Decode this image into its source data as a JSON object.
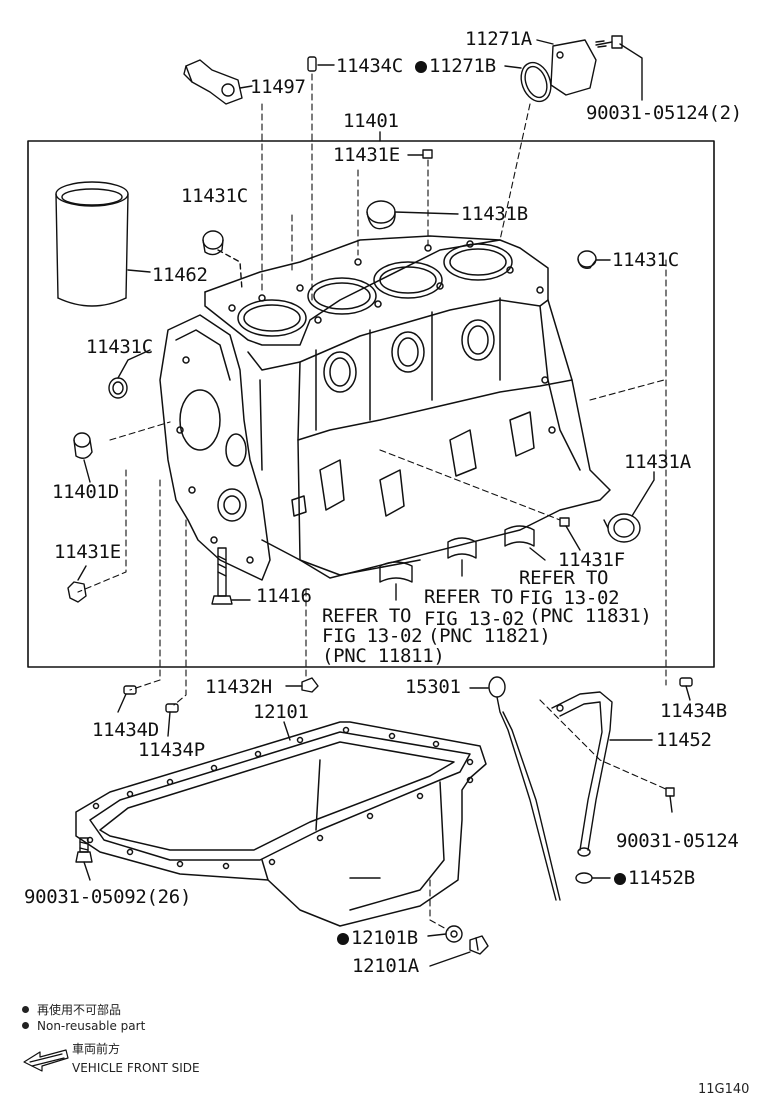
{
  "parts": {
    "p11271A": "11271A",
    "p11271B": "11271B",
    "p90031_05124_2": "90031-05124(2)",
    "p11434C": "11434C",
    "p11497": "11497",
    "p11401": "11401",
    "p11431E_top": "11431E",
    "p11431C_a": "11431C",
    "p11431B": "11431B",
    "p11462": "11462",
    "p11431C_b": "11431C",
    "p11431C_c": "11431C",
    "p11401D": "11401D",
    "p11431A": "11431A",
    "p11431E_b": "11431E",
    "p11431F": "11431F",
    "p11416": "11416",
    "p11432H": "11432H",
    "p15301": "15301",
    "p11434B": "11434B",
    "p11434D": "11434D",
    "p12101": "12101",
    "p11434P": "11434P",
    "p11452": "11452",
    "p90031_05124": "90031-05124",
    "p11452B": "11452B",
    "p90031_05092_26": "90031-05092(26)",
    "p12101B": "12101B",
    "p12101A": "12101A"
  },
  "refers": {
    "r11811": {
      "line1": "REFER TO",
      "line2": "FIG 13-02",
      "line3": "(PNC 11811)"
    },
    "r11821": {
      "line1": "REFER TO",
      "line2": "FIG 13-02",
      "line3": "(PNC 11821)"
    },
    "r11831": {
      "line1": "REFER TO",
      "line2": "FIG 13-02",
      "line3": "(PNC 11831)"
    }
  },
  "legend": {
    "nonreusable_jp": "再使用不可部品",
    "nonreusable_en": "Non-reusable part",
    "front_jp": "車両前方",
    "front_en": "VEHICLE FRONT SIDE"
  },
  "figure_id": "11G140"
}
